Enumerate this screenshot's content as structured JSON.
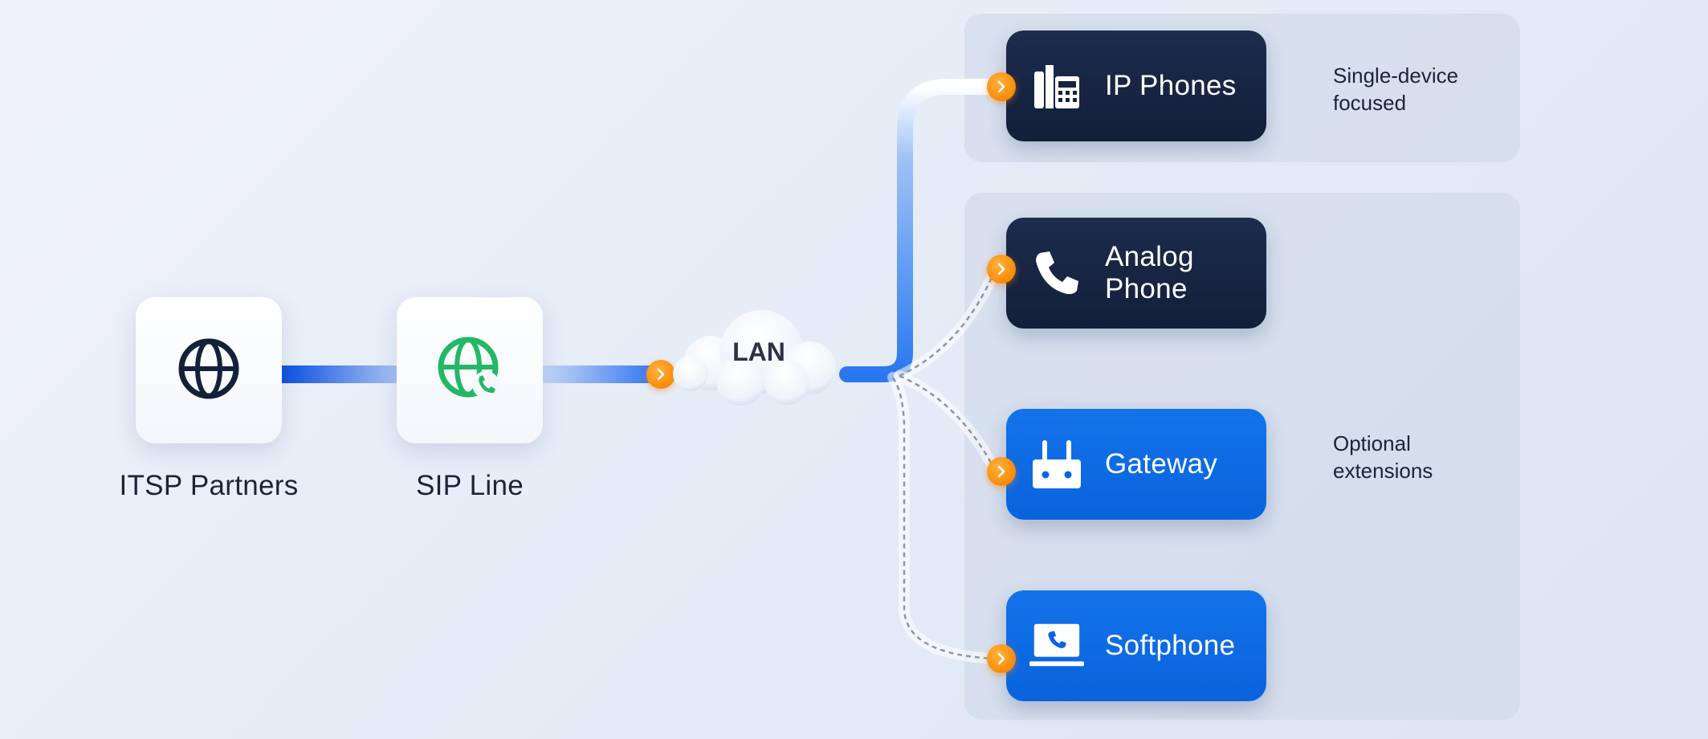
{
  "nodes": {
    "itsp": {
      "label": "ITSP Partners",
      "icon": "globe-icon"
    },
    "sip": {
      "label": "SIP Line",
      "icon": "globe-phone-icon"
    },
    "lan": {
      "label": "LAN",
      "icon": "cloud-icon"
    }
  },
  "groups": [
    {
      "note_lines": [
        "Single-device",
        "focused"
      ]
    },
    {
      "note_lines": [
        "Optional",
        "extensions"
      ]
    }
  ],
  "devices": [
    {
      "label_lines": [
        "IP Phones"
      ],
      "icon": "desk-phone-icon",
      "style": "dark",
      "link": "solid"
    },
    {
      "label_lines": [
        "Analog",
        "Phone"
      ],
      "icon": "phone-handset-icon",
      "style": "dark",
      "link": "dashed"
    },
    {
      "label_lines": [
        "Gateway"
      ],
      "icon": "gateway-router-icon",
      "style": "blue",
      "link": "dashed"
    },
    {
      "label_lines": [
        "Softphone"
      ],
      "icon": "laptop-phone-icon",
      "style": "blue",
      "link": "dashed"
    }
  ],
  "colors": {
    "accent_orange": "#f98a07",
    "device_dark": "#15223f",
    "device_blue": "#0a66e0",
    "link_blue": "#0a4fe0",
    "sip_green": "#22b866"
  }
}
